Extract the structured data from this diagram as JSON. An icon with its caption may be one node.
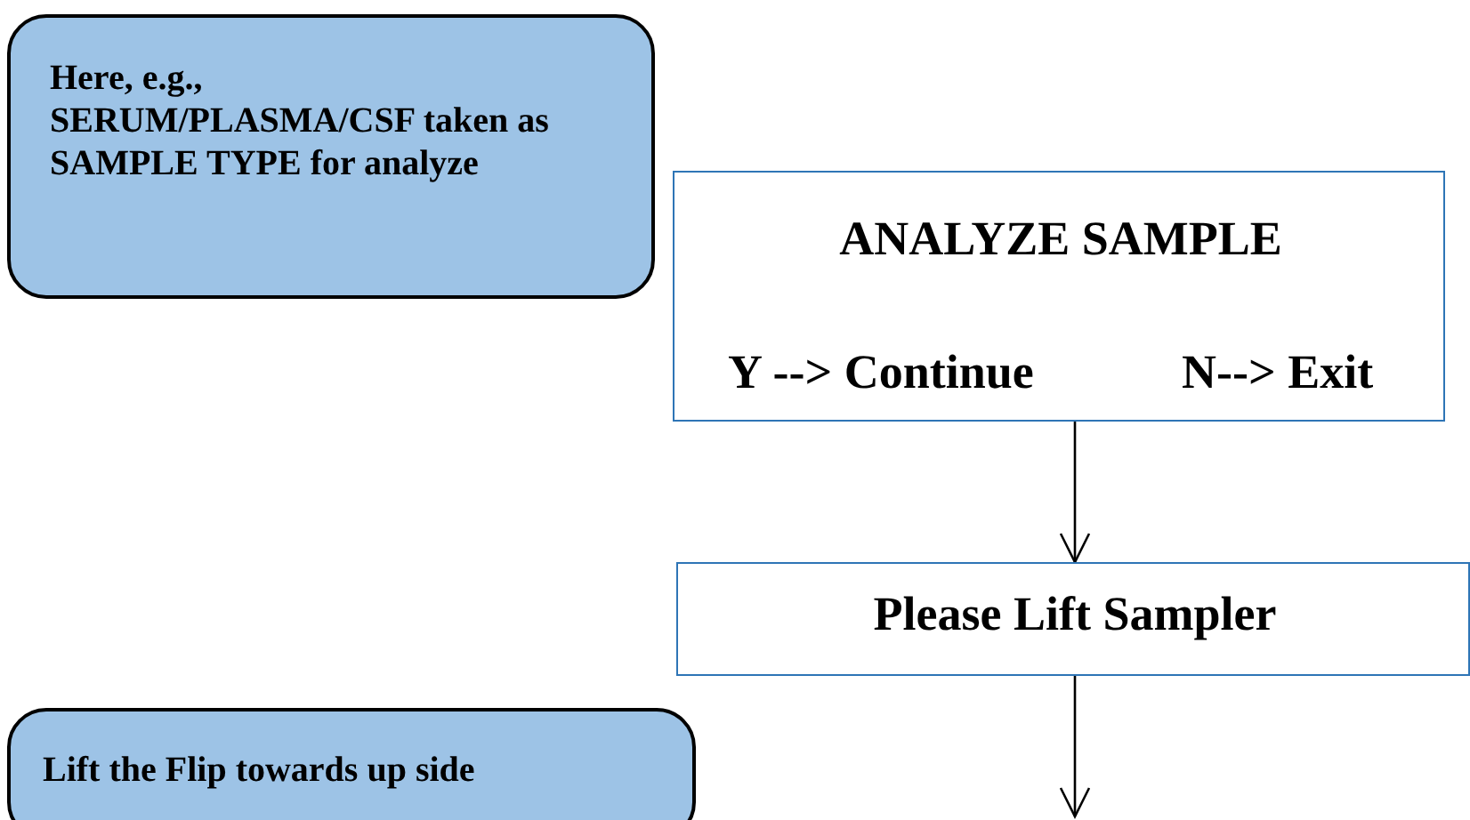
{
  "diagram": {
    "nodes": [
      {
        "text": [
          "Here, e.g., SERUM/PLASMA/CSF taken as SAMPLE TYPE for analyze"
        ]
      },
      {
        "text": [
          "ANALYZE SAMPLE",
          "Y --> Continue",
          "N--> Exit"
        ]
      },
      {
        "text": [
          "Please Lift Sampler"
        ]
      },
      {
        "text": [
          "Lift the Flip towards up side"
        ]
      }
    ],
    "edges": [
      {
        "from": 1,
        "to": 2,
        "arrow": "to"
      },
      {
        "from": 2,
        "to": null,
        "arrow": "to"
      }
    ]
  }
}
